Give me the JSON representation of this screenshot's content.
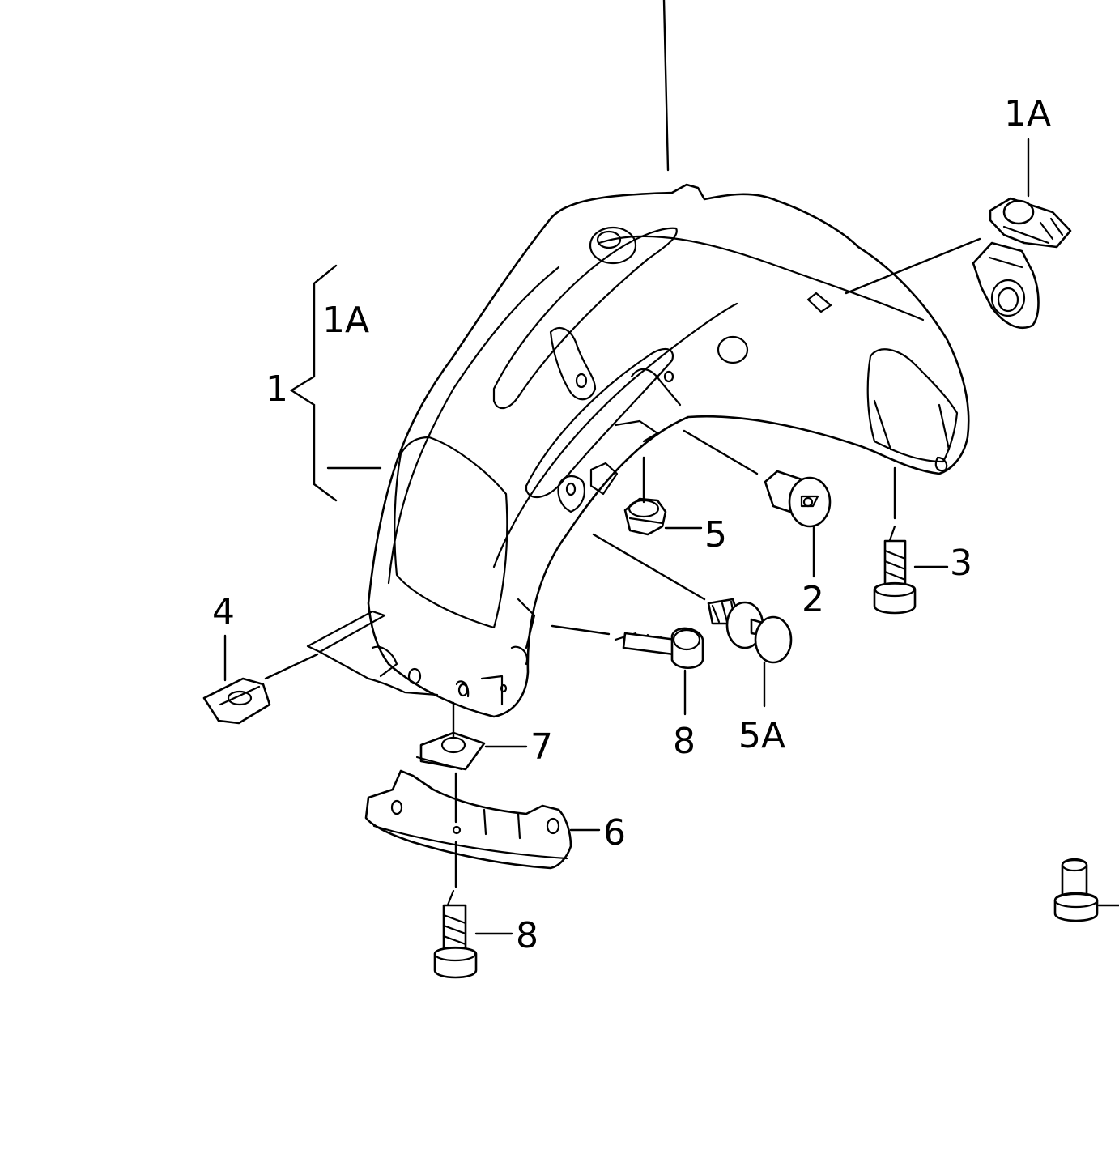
{
  "callouts": [
    {
      "id": "1",
      "text": "1"
    },
    {
      "id": "1A-bracket",
      "text": "1A"
    },
    {
      "id": "1A-clip",
      "text": "1A"
    },
    {
      "id": "2",
      "text": "2"
    },
    {
      "id": "3",
      "text": "3"
    },
    {
      "id": "4",
      "text": "4"
    },
    {
      "id": "5",
      "text": "5"
    },
    {
      "id": "5A",
      "text": "5A"
    },
    {
      "id": "6",
      "text": "6"
    },
    {
      "id": "7",
      "text": "7"
    },
    {
      "id": "8-upper",
      "text": "8"
    },
    {
      "id": "8-lower",
      "text": "8"
    }
  ],
  "colors": {
    "line": "#000000",
    "background": "#ffffff"
  }
}
